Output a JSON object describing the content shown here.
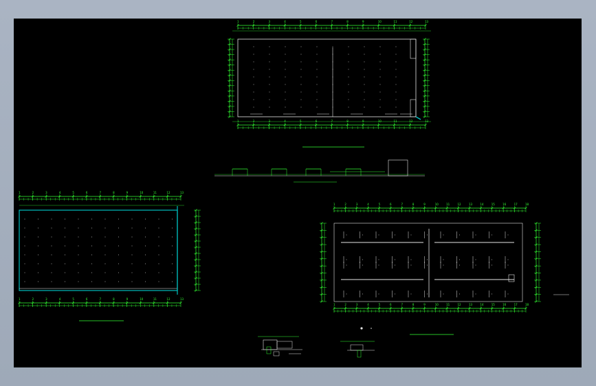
{
  "window": {
    "title": "CAD drawing viewer"
  },
  "colors": {
    "background": "#000000",
    "dimension": "#33ff33",
    "outline": "#e6e6e6",
    "wall": "#00bfbf",
    "text": "#e6e6e6"
  },
  "drawings": {
    "top_plan": {
      "grid_labels": [
        "1",
        "2",
        "3",
        "4",
        "5",
        "6",
        "7",
        "8",
        "9",
        "10",
        "11",
        "12",
        "13"
      ],
      "title": "",
      "note_lines": [
        "",
        ""
      ]
    },
    "left_plan": {
      "grid_labels": [
        "1",
        "2",
        "3",
        "4",
        "5",
        "6",
        "7",
        "8",
        "9",
        "10",
        "11",
        "12",
        "13"
      ],
      "title": "",
      "note_lines": [
        "",
        "",
        ""
      ]
    },
    "right_plan": {
      "grid_labels": [
        "1",
        "2",
        "3",
        "4",
        "5",
        "6",
        "7",
        "8",
        "9",
        "10",
        "11",
        "12",
        "13",
        "14",
        "15",
        "16",
        "17",
        "18"
      ],
      "title": "",
      "note_lines": [
        "",
        ""
      ]
    },
    "section": {
      "title": ""
    },
    "details": {
      "labels": [
        "",
        ""
      ]
    }
  }
}
